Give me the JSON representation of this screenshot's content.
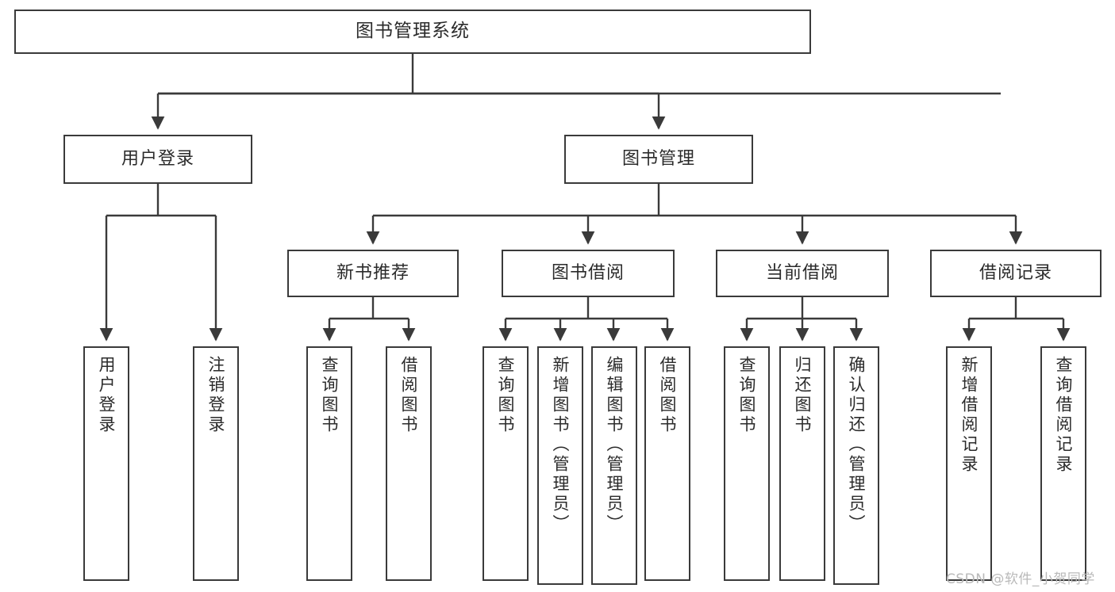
{
  "diagram": {
    "title": "图书管理系统",
    "type": "tree-hierarchy",
    "orientation": "top-down",
    "colors": {
      "box_border": "#3a3a3a",
      "box_fill": "#ffffff",
      "line": "#3a3a3a",
      "text": "#2b2b2b",
      "watermark": "#b9b9b9"
    }
  },
  "nodes": {
    "root": {
      "label": "图书管理系统"
    },
    "level2": [
      {
        "label": "用户登录"
      },
      {
        "label": "图书管理"
      }
    ],
    "level3": [
      {
        "label": "新书推荐"
      },
      {
        "label": "图书借阅"
      },
      {
        "label": "当前借阅"
      },
      {
        "label": "借阅记录"
      }
    ],
    "leaves": {
      "user_login": [
        {
          "label": "用户登录"
        },
        {
          "label": "注销登录"
        }
      ],
      "new_book_recommend": [
        {
          "label": "查询图书"
        },
        {
          "label": "借阅图书"
        }
      ],
      "book_borrow": [
        {
          "label": "查询图书"
        },
        {
          "label": "新增图书（管理员）"
        },
        {
          "label": "编辑图书（管理员）"
        },
        {
          "label": "借阅图书"
        }
      ],
      "current_borrow": [
        {
          "label": "查询图书"
        },
        {
          "label": "归还图书"
        },
        {
          "label": "确认归还（管理员）"
        }
      ],
      "borrow_record": [
        {
          "label": "新增借阅记录"
        },
        {
          "label": "查询借阅记录"
        }
      ]
    }
  },
  "watermark": {
    "text": "CSDN @软件_小贺同学"
  }
}
